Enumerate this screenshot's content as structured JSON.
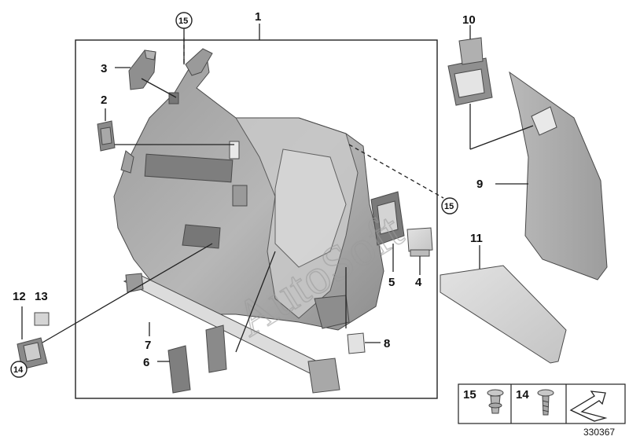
{
  "callouts": {
    "c1": "1",
    "c2": "2",
    "c3": "3",
    "c4": "4",
    "c5": "5",
    "c6": "6",
    "c7": "7",
    "c8": "8",
    "c9": "9",
    "c10": "10",
    "c11": "11",
    "c12": "12",
    "c13": "13",
    "c14": "14",
    "c15a": "15",
    "c15b": "15"
  },
  "legend": {
    "item_15": "15",
    "item_14": "14"
  },
  "watermark": "AutoSoft",
  "document_number": "330367",
  "colors": {
    "part_dark": "#8c8c8c",
    "part_mid": "#a9a9a9",
    "part_light": "#cfcfcf",
    "line": "#222222"
  }
}
